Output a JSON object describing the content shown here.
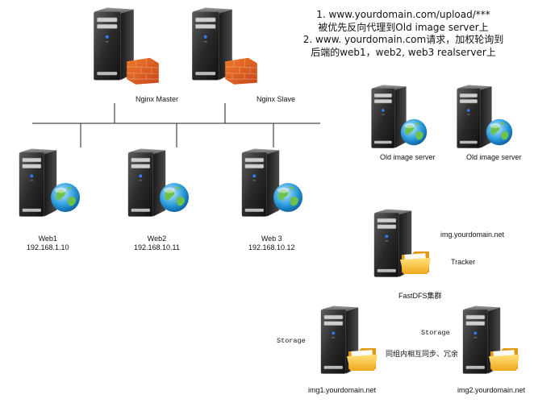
{
  "caption": {
    "line1": "1. www.yourdomain.com/upload/***",
    "line2": "被优先反向代理到Old  image server上",
    "line3": "2. www. yourdomain.com请求，加权轮询到",
    "line4": "后端的web1，web2, web3  realserver上"
  },
  "proxies": {
    "master": "Nginx Master",
    "slave": "Nginx  Slave"
  },
  "web_servers": [
    {
      "name": "Web1",
      "ip": "192.168.1.10"
    },
    {
      "name": "Web2",
      "ip": "192.168.10.11"
    },
    {
      "name": "Web 3",
      "ip": "192.168.10.12"
    }
  ],
  "old_image_servers": [
    "Old image server",
    "Old image server"
  ],
  "fastdfs": {
    "cluster_label": "FastDFS集群",
    "domain": "img.yourdomain.net",
    "role": "Tracker"
  },
  "storage": {
    "left_label": "Storage",
    "right_label": "Storage",
    "sync_note": "同组内相互同步、冗余",
    "left_domain": "img1.yourdomain.net",
    "right_domain": "img2.yourdomain.net"
  },
  "icons": {
    "server": "server-tower-icon",
    "firewall": "firewall-icon",
    "globe": "globe-icon",
    "folder": "folder-icon"
  }
}
